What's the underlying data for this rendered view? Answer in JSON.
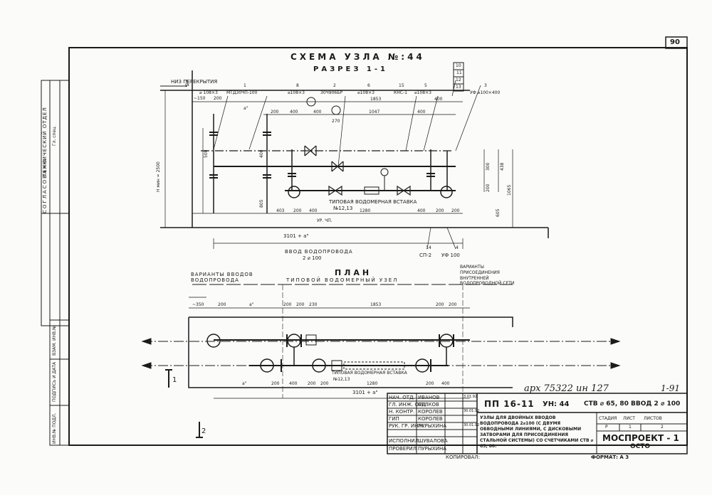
{
  "sheet": {
    "page_number": "90",
    "main_title": "СХЕМА УЗЛА №:44",
    "section_title": "РАЗРЕЗ 1-1",
    "plan_title": "ПЛАН",
    "handwritten_archive": "арх 75322 ин 127",
    "handwritten_sheet": "1-91",
    "copied_by": "КОПИРОВАЛ:",
    "format_label": "ФОРМАТ: А 3"
  },
  "left_margin": {
    "agreed": "СОГЛАСОВАНО:",
    "tech_dept": "ТЕХНИЧЕСКИЙ ОТДЕЛ",
    "gl_spec": "Гл. спец.",
    "inv_label": "ИНВ.№ ПОДЛ.",
    "sign_date": "ПОДПИСЬ И ДАТА",
    "replace_inv": "ВЗАМ. ИНВ.№"
  },
  "section": {
    "labels": {
      "floor_bottom": "НИЗ ПЕРЕКРЫТИЯ",
      "typical_insert": "ТИПОВАЯ ВОДОМЕРНАЯ ВСТАВКА",
      "insert_no": "№12,13",
      "floor_level": "УР. ЧП.",
      "inlet": "ВВОД ВОДОПРОВОДА",
      "inlet_dia": "2 ⌀ 100",
      "h_label": "Н мин = 2500",
      "uf100": "УФ 100",
      "sp2": "СП-2"
    },
    "callouts": [
      {
        "num": "9",
        "text": "⌀ 108×3"
      },
      {
        "num": "1",
        "text": "МТД30ЧП-100"
      },
      {
        "num": "8",
        "text": "⌀108×3"
      },
      {
        "num": "2",
        "text": "30Ч906БР"
      },
      {
        "num": "6",
        "text": "⌀108×3"
      },
      {
        "num": "15",
        "text": "КНС-1"
      },
      {
        "num": "5",
        "text": "⌀108×3"
      },
      {
        "num": "3",
        "text": "УФ ⌀100×400"
      }
    ],
    "stack_callouts": [
      "10",
      "11",
      "12",
      "13"
    ],
    "dims_top": [
      "~150",
      "200",
      "a\"",
      "200",
      "400",
      "400",
      "270",
      "1047",
      "400",
      "400",
      "1853"
    ],
    "dims_bottom": [
      "403",
      "200",
      "400",
      "1280",
      "400",
      "200",
      "200"
    ],
    "dims_right": [
      "300",
      "438",
      "200",
      "1065",
      "605"
    ],
    "dims_left": [
      "500",
      "400",
      "805"
    ],
    "total_dim": "3101 + a\"",
    "bottom_callouts": [
      "14",
      "4"
    ]
  },
  "plan": {
    "variants_inlet": "ВАРИАНТЫ ВВОДОВ ВОДОПРОВОДА",
    "typical_node": "ТИПОВОЙ ВОДОМЕРНЫЙ УЗЕЛ",
    "variants_connect": "ВАРИАНТЫ ПРИСОЕДИНЕНИЯ ВНУТРЕННЕЙ ВОДОПРОВОДНОЙ СЕТИ",
    "dims_top": [
      "~350",
      "200",
      "a\"",
      "200",
      "200",
      "230",
      "1853",
      "200",
      "200"
    ],
    "dims_bottom": [
      "a\"",
      "200",
      "400",
      "200",
      "200",
      "1280",
      "200",
      "400"
    ],
    "total_dim": "3101 + a\"",
    "insert_label": "ТИПОВАЯ ВОДОМЕРНАЯ ВСТАВКА",
    "insert_no": "№12,13",
    "section_mark": "1",
    "mark_2": "2"
  },
  "title_block": {
    "code": "ПП 16-11",
    "node": "УН: 44",
    "desc_head": "СТВ ⌀ 65, 80 ВВОД 2 ⌀ 100",
    "description": "УЗЛЫ ДЛЯ ДВОЙНЫХ ВВОДОВ ВОДОПРОВОДА 2⌀100 (С ДВУМЯ ОБВОДНЫМИ ЛИНИЯМИ, С ДИСКОВЫМИ ЗАТВОРАМИ ДЛЯ ПРИСОЕДИНЕНИЯ СТАЛЬНОЙ СИСТЕМЫ) СО СЧЕТЧИКАМИ СТВ ⌀ 65, 80.",
    "stage_h": "СТАДИЯ",
    "sheet_h": "ЛИСТ",
    "sheets_h": "ЛИСТОВ",
    "stage": "Р",
    "sheet": "1",
    "sheets": "2",
    "org": "МОСПРОЕКТ - 1",
    "org_sub": "ОСТО",
    "staff": [
      {
        "role": "НАЧ. ОТД.",
        "name": "ИВАНОВ",
        "date": "3.01.92"
      },
      {
        "role": "ГЛ. ИНЖ. ОТД.",
        "name": "БЕЛКОВ",
        "date": ""
      },
      {
        "role": "Н. КОНТР.",
        "name": "КОРОЛЕВ",
        "date": "30.01.92"
      },
      {
        "role": "ГИП",
        "name": "КОРОЛЕВ",
        "date": ""
      },
      {
        "role": "РУК. ГР. ИНЖ.",
        "name": "ПУРЫХИНА",
        "date": "30.01.92"
      },
      {
        "role": "",
        "name": "",
        "date": ""
      },
      {
        "role": "ИСПОЛНИЛ",
        "name": "ШУВАЛОВА",
        "date": ""
      },
      {
        "role": "ПРОВЕРИЛ",
        "name": "ПУРЫХИНА",
        "date": ""
      }
    ]
  }
}
